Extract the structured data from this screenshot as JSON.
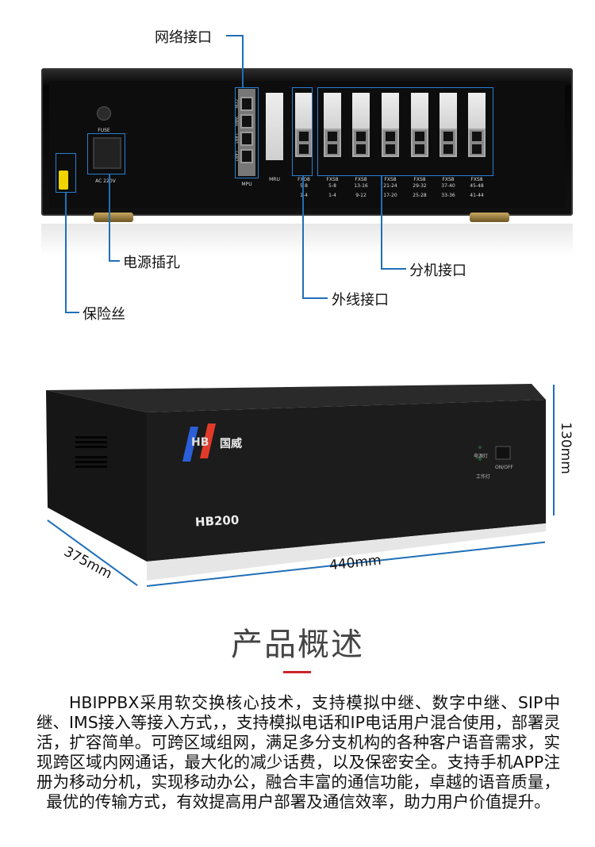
{
  "rear_panel": {
    "callouts": {
      "network": "网络接口",
      "power": "电源插孔",
      "fuse": "保险丝",
      "trunk": "外线接口",
      "extension": "分机接口"
    },
    "labels": {
      "fuse": "FUSE",
      "ac": "AC 220V",
      "mpu": "MPU",
      "mru": "MRU",
      "mpu_ports": [
        "CON",
        "WAN",
        "LAN1",
        "LAN2"
      ]
    },
    "slots": [
      {
        "type": "FXO8",
        "range1": "5-8",
        "range2": "1-4"
      },
      {
        "type": "FXS8",
        "range1": "5-8",
        "range2": "1-4"
      },
      {
        "type": "FXS8",
        "range1": "13-16",
        "range2": "9-12"
      },
      {
        "type": "FXS8",
        "range1": "21-24",
        "range2": "17-20"
      },
      {
        "type": "FXS8",
        "range1": "29-32",
        "range2": "25-28"
      },
      {
        "type": "FXS8",
        "range1": "37-40",
        "range2": "33-36"
      },
      {
        "type": "FXS8",
        "range1": "45-48",
        "range2": "41-44"
      }
    ]
  },
  "front_panel": {
    "brand": "国威",
    "logo_text": "HB",
    "model": "HB200",
    "led1": "电源灯",
    "led2": "工作灯",
    "switch": "ON/OFF",
    "dim_height": "130mm",
    "dim_depth": "375mm",
    "dim_width": "440mm"
  },
  "overview": {
    "title": "产品概述",
    "accent": "#c9252c",
    "text": "HBIPPBX采用软交换核心技术，支持模拟中继、数字中继、SIP中继、IMS接入等接入方式，，支持模拟电话和IP电话用户混合使用，部署灵活，扩容简单。可跨区域组网，满足多分支机构的各种客户语音需求，实现跨区域内网通话，最大化的减少话费，以及保密安全。支持手机APP注册为移动分机，实现移动办公，融合丰富的通信功能，卓越的语音质量，最优的传输方式，有效提高用户部署及通信效率，助力用户价值提升。"
  }
}
